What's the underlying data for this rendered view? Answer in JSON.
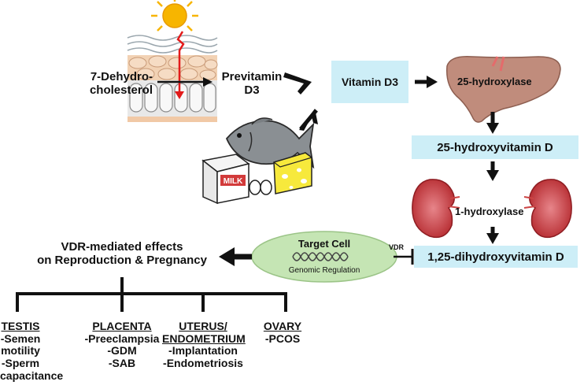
{
  "source": {
    "precursor": [
      "7-Dehydro-",
      "cholesterol"
    ],
    "previtamin": [
      "Previtamin",
      "D3"
    ],
    "milk_label": "MILK"
  },
  "pathway": {
    "vitamin_d3": "Vitamin D3",
    "liver_enzyme": "25-hydroxylase",
    "metabolite_1": "25-hydroxyvitamin D",
    "kidney_enzyme": "1-hydroxylase",
    "metabolite_2": "1,25-dihydroxyvitamin D",
    "receptor": "VDR"
  },
  "target_cell": {
    "title": "Target Cell",
    "subtitle": "Genomic Regulation"
  },
  "effects_title": [
    "VDR-mediated effects",
    "on Reproduction & Pregnancy"
  ],
  "organs": [
    {
      "name": "TESTIS",
      "items": [
        "-Semen",
        "motility",
        "-Sperm",
        "capacitance"
      ]
    },
    {
      "name": "PLACENTA",
      "items": [
        "-Preeclampsia",
        "-GDM",
        "-SAB"
      ]
    },
    {
      "name": "UTERUS/ ENDOMETRIUM",
      "name_lines": [
        "UTERUS/",
        "ENDOMETRIUM"
      ],
      "items": [
        "-Implantation",
        "-Endometriosis"
      ]
    },
    {
      "name": "OVARY",
      "items": [
        "-PCOS"
      ]
    }
  ],
  "colors": {
    "box_fill": "#cdeef7",
    "ellipse_fill": "#c5e5b4",
    "liver": "#c08c7c",
    "kidney": "#c0393b",
    "sun": "#f7b500",
    "uv_ray": "#e21b1b"
  },
  "icons": [
    "sun-icon",
    "skin-icon",
    "fish-icon",
    "milk-carton-icon",
    "eggs-icon",
    "cheese-icon",
    "liver-icon",
    "kidney-icon",
    "dna-icon"
  ]
}
